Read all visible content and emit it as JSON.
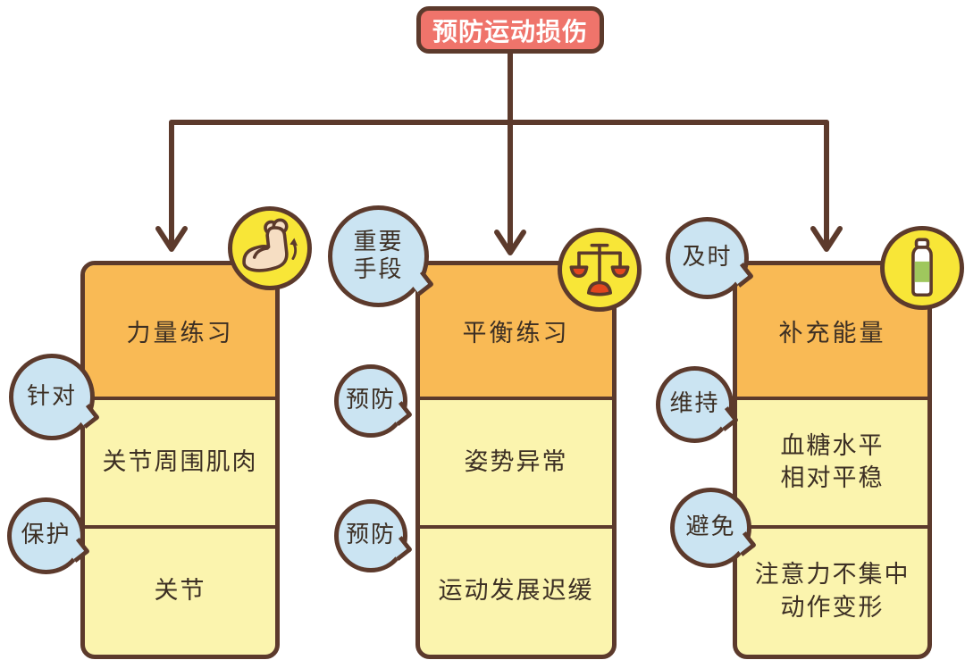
{
  "title": {
    "label": "预防运动损伤"
  },
  "columns": [
    {
      "id": "strength",
      "icon": "bicep-icon",
      "header": "力量练习",
      "rows": [
        "关节周围肌肉",
        "关节"
      ],
      "side_bubbles": [
        "针对",
        "保护"
      ]
    },
    {
      "id": "balance",
      "icon": "scale-icon",
      "header": "平衡练习",
      "top_bubble": "重要\n手段",
      "rows": [
        "姿势异常",
        "运动发展迟缓"
      ],
      "side_bubbles": [
        "预防",
        "预防"
      ]
    },
    {
      "id": "energy",
      "icon": "bottle-icon",
      "header": "补充能量",
      "top_bubble": "及时",
      "rows": [
        "血糖水平\n相对平稳",
        "注意力不集中\n动作变形"
      ],
      "side_bubbles": [
        "维持",
        "避免"
      ]
    }
  ],
  "colors": {
    "outline_brown": "#5C3A2C",
    "title_red": "#EF746B",
    "title_text": "#FFFFFF",
    "header_orange": "#F9BA55",
    "row_yellow": "#FBF4AE",
    "bubble_blue": "#CBE4F2",
    "icon_circle_yellow": "#F8E637",
    "scale_red": "#E2471E",
    "bottle_green": "#9FC75D",
    "arm_skin": "#F6DEC3",
    "text_dark": "#3C2F24"
  }
}
